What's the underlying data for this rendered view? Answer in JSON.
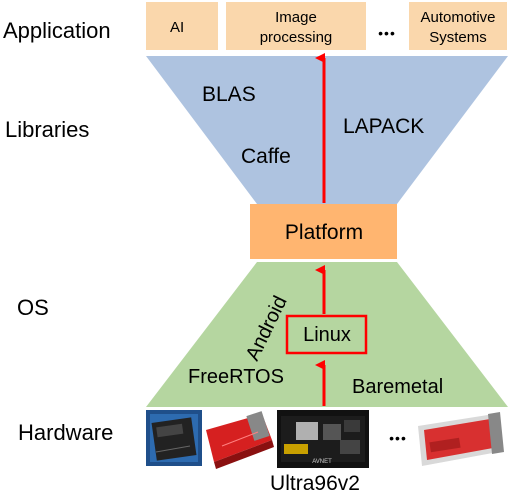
{
  "layers": {
    "application": "Application",
    "libraries": "Libraries",
    "os": "OS",
    "hardware": "Hardware"
  },
  "application_boxes": {
    "ai": "AI",
    "image_processing_line1": "Image",
    "image_processing_line2": "processing",
    "ellipsis": "•••",
    "automotive_line1": "Automotive",
    "automotive_line2": "Systems"
  },
  "libraries": {
    "blas": "BLAS",
    "lapack": "LAPACK",
    "caffe": "Caffe"
  },
  "platform": "Platform",
  "os_items": {
    "android": "Android",
    "linux": "Linux",
    "freertos": "FreeRTOS",
    "baremetal": "Baremetal"
  },
  "hardware": {
    "ellipsis": "•••",
    "caption": "Ultra96v2",
    "board_text": "AVNET"
  },
  "colors": {
    "app_box": "#fad7ac",
    "libraries_fill": "#aec3e0",
    "platform_fill": "#ffb570",
    "os_fill": "#b5d6a0",
    "arrow": "#ff0000"
  }
}
